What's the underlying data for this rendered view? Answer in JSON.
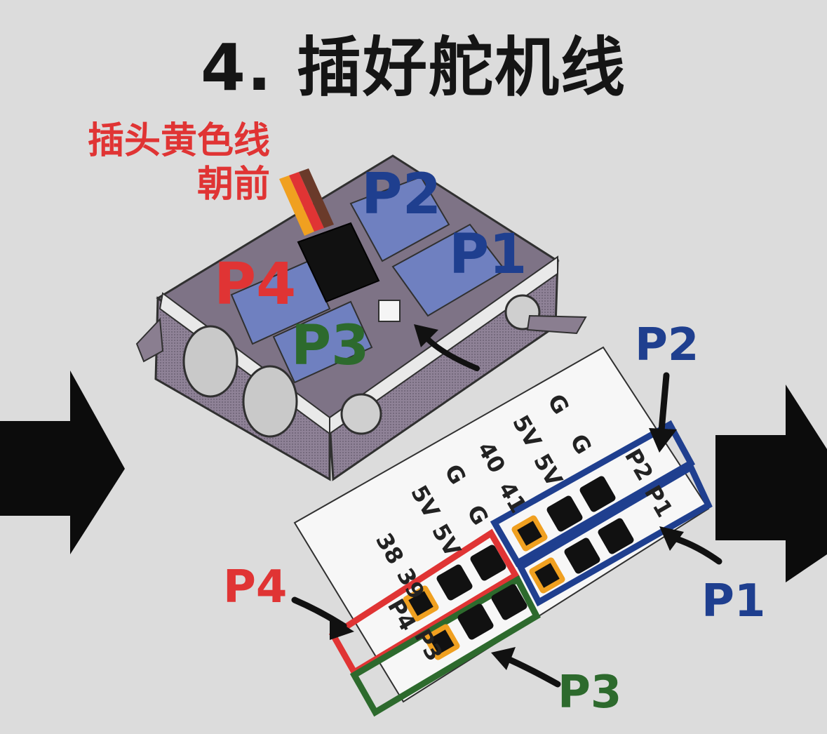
{
  "title": "4. 插好舵机线",
  "note": {
    "line1": "插头黄色线",
    "line2": "朝前"
  },
  "box_labels": {
    "p1": "P1",
    "p2": "P2",
    "p3": "P3",
    "p4": "P4"
  },
  "port_labels": {
    "p1": "P1",
    "p2": "P2",
    "p3": "P3",
    "p4": "P4"
  },
  "pin_labels": {
    "row1": [
      "38",
      "39"
    ],
    "row2": [
      "5V",
      "5V"
    ],
    "row3": [
      "G",
      "G"
    ],
    "row4": [
      "40",
      "41"
    ],
    "row5": [
      "5V",
      "5V"
    ],
    "row6": [
      "G",
      "G"
    ]
  },
  "board_tags": {
    "p1": "P1",
    "p2": "P2",
    "p3": "P3",
    "p4": "P4"
  },
  "colors": {
    "p1": "#1f3f8f",
    "p2": "#1f3f8f",
    "p3": "#2d6a2d",
    "p4": "#e03434",
    "signal_pin": "#f0a020",
    "title": "#151515"
  }
}
